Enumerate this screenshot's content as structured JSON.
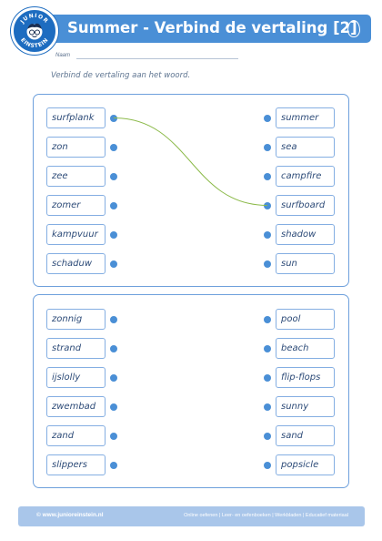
{
  "header": {
    "title": "Summer - Verbind de vertaling [2]",
    "logo_text_top": "JUNIOR",
    "logo_text_bottom": "EINSTEIN"
  },
  "name_label": "Naam",
  "instruction": "Verbind de vertaling aan het woord.",
  "section1": {
    "left_words": [
      "surfplank",
      "zon",
      "zee",
      "zomer",
      "kampvuur",
      "schaduw"
    ],
    "right_words": [
      "summer",
      "sea",
      "campfire",
      "surfboard",
      "shadow",
      "sun"
    ],
    "connection": {
      "from": "surfplank",
      "to": "surfboard"
    }
  },
  "section2": {
    "left_words": [
      "zonnig",
      "strand",
      "ijslolly",
      "zwembad",
      "zand",
      "slippers"
    ],
    "right_words": [
      "pool",
      "beach",
      "flip-flops",
      "sunny",
      "sand",
      "popsicle"
    ]
  },
  "footer": {
    "site": "©  www.junioreinstein.nl",
    "links": "Online oefenen | Leer- en oefenboeken | Werkbladen | Educatief materiaal"
  },
  "colors": {
    "accent": "#4a8fd6",
    "logo": "#1d6cc0",
    "box_border": "#84aee2",
    "connect_line": "#8cba4a",
    "footer": "#a9c6ea"
  }
}
